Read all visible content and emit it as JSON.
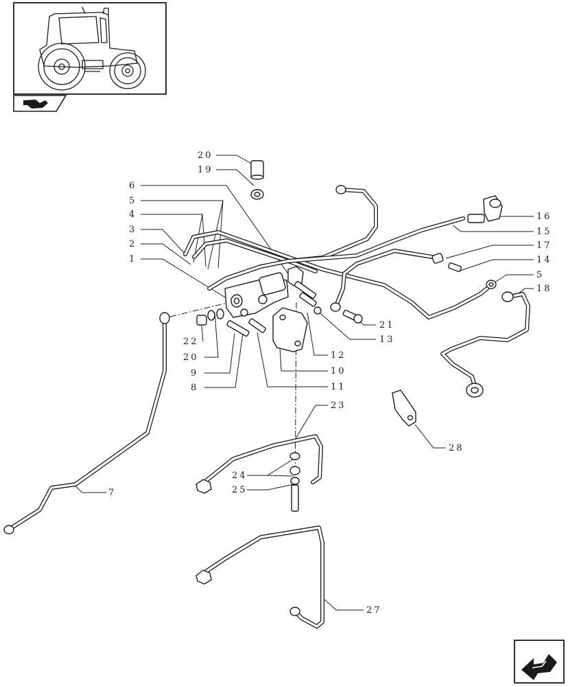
{
  "thumbnail": {
    "icon": "tractor-thumbnail-icon"
  },
  "section_icon": "hydraulic-section-icon",
  "nav_icon": "next-page-arrow-icon",
  "callouts": {
    "c1": "1",
    "c2": "2",
    "c3": "3",
    "c4": "4",
    "c5a": "5",
    "c5b": "5",
    "c6": "6",
    "c7": "7",
    "c8": "8",
    "c9": "9",
    "c10": "10",
    "c11": "11",
    "c12": "12",
    "c13": "13",
    "c14": "14",
    "c15": "15",
    "c16": "16",
    "c17": "17",
    "c18": "18",
    "c19": "19",
    "c20a": "20",
    "c20b": "20",
    "c21": "21",
    "c22": "22",
    "c23": "23",
    "c24": "24",
    "c25": "25",
    "c27": "27",
    "c28": "28"
  }
}
